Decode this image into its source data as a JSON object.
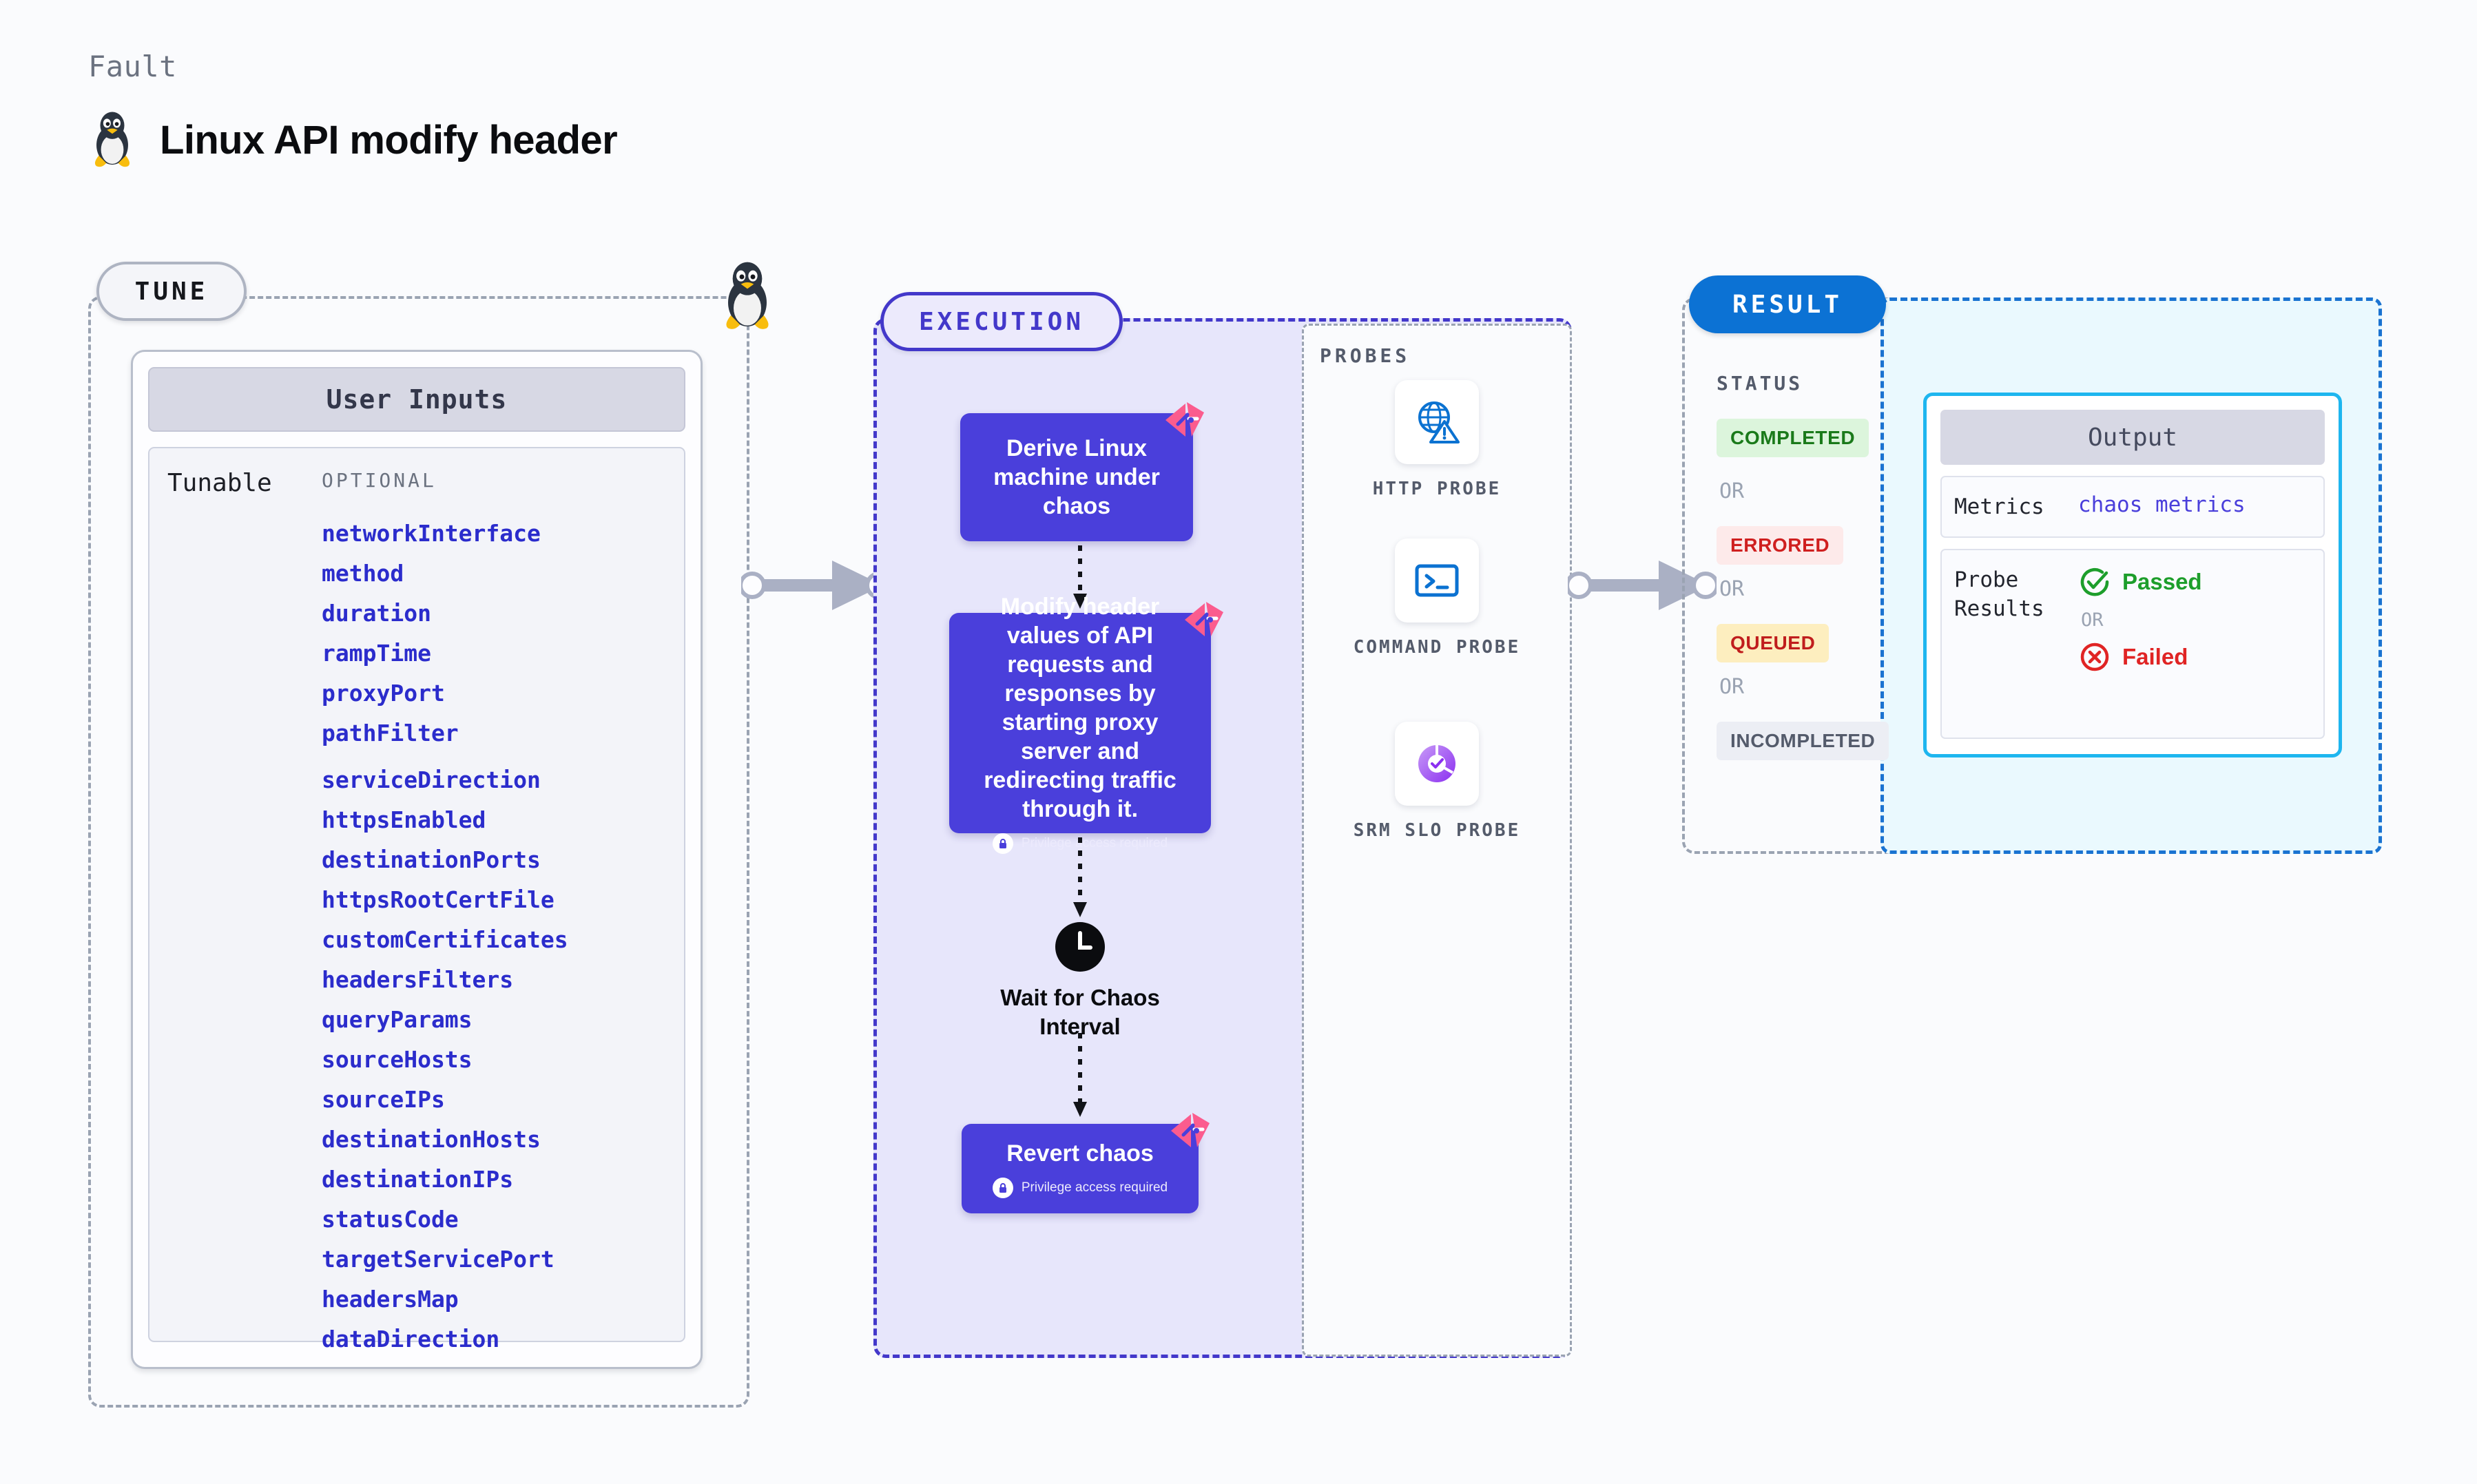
{
  "header": {
    "kicker": "Fault",
    "title": "Linux API modify header",
    "os_icon": "linux-penguin-icon"
  },
  "tune": {
    "pill_label": "TUNE",
    "card_title": "User Inputs",
    "row_label": "Tunable",
    "optional_label": "OPTIONAL",
    "optional_params": [
      "networkInterface",
      "method",
      "duration",
      "rampTime",
      "proxyPort",
      "pathFilter",
      "serviceDirection",
      "httpsEnabled",
      "destinationPorts",
      "httpsRootCertFile",
      "customCertificates",
      "headersFilters",
      "queryParams",
      "sourceHosts",
      "sourceIPs",
      "destinationHosts",
      "destinationIPs",
      "statusCode",
      "targetServicePort",
      "headersMap",
      "dataDirection"
    ]
  },
  "execution": {
    "pill_label": "EXECUTION",
    "nodes": [
      {
        "text": "Derive Linux machine under chaos",
        "privilege": null
      },
      {
        "text": "Modify header values of API requests and responses by starting proxy server and redirecting traffic through it.",
        "privilege": "Privilege access required"
      },
      {
        "text": "Revert chaos",
        "privilege": "Privilege access required"
      }
    ],
    "wait_step": {
      "icon": "clock-icon",
      "label": "Wait for Chaos Interval"
    }
  },
  "probes": {
    "title": "PROBES",
    "items": [
      {
        "label": "HTTP PROBE",
        "icon": "globe-warning-icon"
      },
      {
        "label": "COMMAND PROBE",
        "icon": "terminal-icon"
      },
      {
        "label": "SRM SLO PROBE",
        "icon": "slo-donut-check-icon"
      }
    ]
  },
  "result": {
    "pill_label": "RESULT",
    "status_title": "STATUS",
    "or_label": "OR",
    "statuses": [
      {
        "label": "COMPLETED",
        "bg": "#dcf5dc",
        "fg": "#1a7a1a"
      },
      {
        "label": "ERRORED",
        "bg": "#fdeaea",
        "fg": "#cf1f1f"
      },
      {
        "label": "QUEUED",
        "bg": "#fdeebf",
        "fg": "#c01d1d"
      },
      {
        "label": "INCOMPLETED",
        "bg": "#eceef4",
        "fg": "#545b6b"
      }
    ]
  },
  "output": {
    "title": "Output",
    "metrics_key": "Metrics",
    "metrics_value": "chaos metrics",
    "probe_results_key": "Probe Results",
    "passed_label": "Passed",
    "failed_label": "Failed",
    "or_label": "OR",
    "passed_color": "#1d9e2b",
    "failed_color": "#e02424"
  },
  "colors": {
    "node_purple": "#4a3fdb",
    "execution_border": "#4338ca",
    "result_blue": "#0c72d4",
    "output_cyan": "#1eb6ef",
    "param_blue": "#2b2ccc",
    "litmus_pink": "#fb5c8e"
  }
}
